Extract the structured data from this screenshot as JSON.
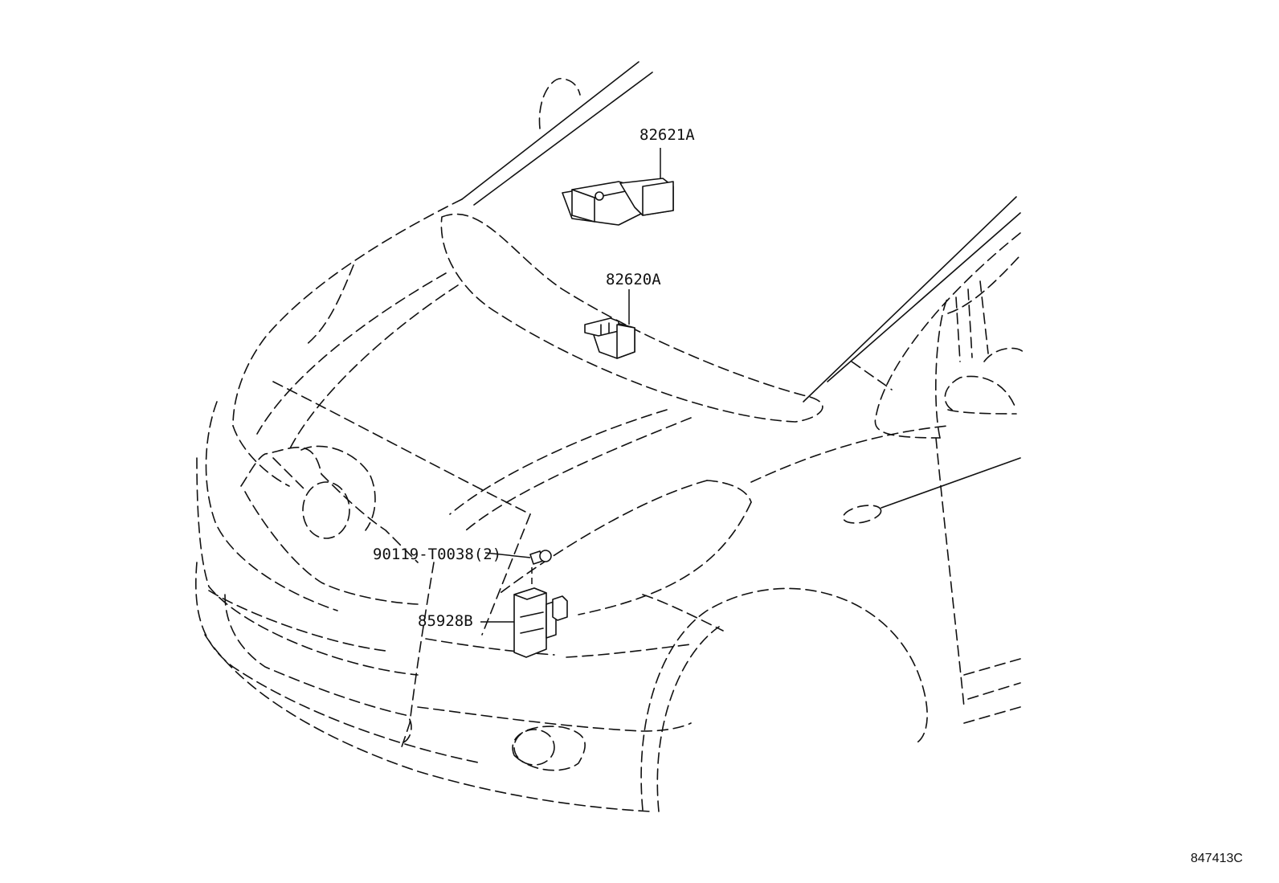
{
  "parts": {
    "upper_sensor": "82621A",
    "upper_bracket": "82620A",
    "bolt": "90119-T0038(2)",
    "lower_module": "85928B"
  },
  "figure_ref": "847413C"
}
